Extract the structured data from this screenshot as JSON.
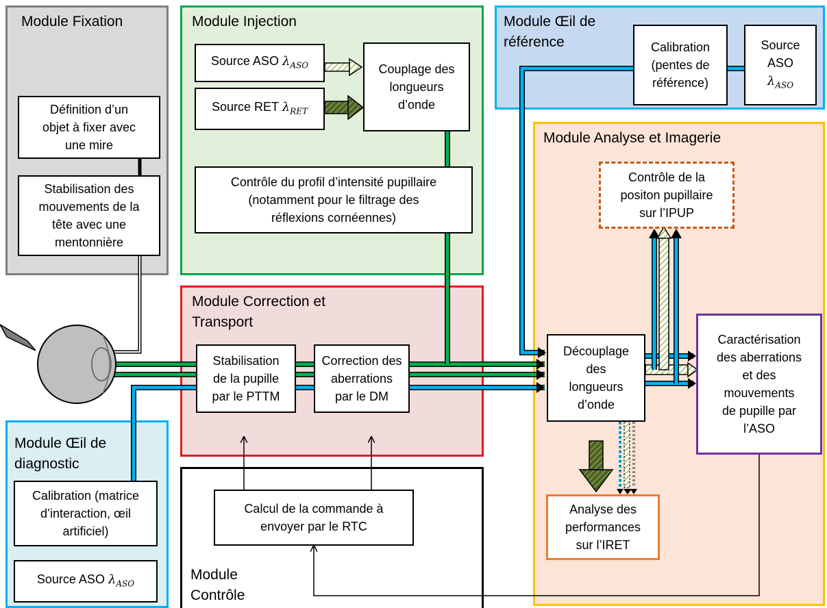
{
  "modules": {
    "fixation": {
      "title": "Module Fixation",
      "border": "#7f7f7f",
      "fill": "#d9d9d9"
    },
    "injection": {
      "title": "Module Injection",
      "border": "#00a651",
      "fill": "#e2efda"
    },
    "oeil_reference": {
      "title": "Module Œil de\nréférence",
      "border": "#00b0f0",
      "fill": "#c5d9f1"
    },
    "analyse": {
      "title": "Module Analyse et Imagerie",
      "border": "#ffc000",
      "fill": "#fce4d6"
    },
    "correction": {
      "title": "Module Correction et\nTransport",
      "border": "#e11b22",
      "fill": "#f2dcdb"
    },
    "oeil_diagnostic": {
      "title": "Module Œil de\ndiagnostic",
      "border": "#00b0f0",
      "fill": "#daeef3"
    },
    "controle": {
      "title": "Module\nContrôle",
      "border": "#000000",
      "fill": "#ffffff"
    }
  },
  "boxes": {
    "definition_objet": "Définition d’un\nobjet à fixer avec\nune mire",
    "stabilisation_tete": "Stabilisation des\nmouvements de la\ntête avec une\nmentonnière",
    "source_aso_injection": {
      "text": "Source ASO ",
      "symbol": "λ",
      "sub": "ASO"
    },
    "source_ret": {
      "text": "Source RET ",
      "symbol": "λ",
      "sub": "RET"
    },
    "couplage": "Couplage des\nlongueurs\nd’onde",
    "controle_profil": "Contrôle du profil d’intensité pupillaire\n(notamment pour le filtrage des\nréflexions cornéennes)",
    "calibration_ref": "Calibration\n(pentes de\nréférence)",
    "source_aso_ref": {
      "text": "Source\nASO\n",
      "symbol": "λ",
      "sub": "ASO"
    },
    "controle_position": "Contrôle de la\npositon pupillaire\nsur l’IPUP",
    "stabilisation_pupille": "Stabilisation\nde la pupille\npar le PTTM",
    "correction_aberrations": "Correction des\naberrations\npar le DM",
    "decouplage": "Découplage\ndes\nlongueurs\nd’onde",
    "caracterisation": "Caractérisation\ndes aberrations\net des\nmouvements\nde pupille par\nl’ASO",
    "calibration_diag": "Calibration (matrice\nd’interaction, œil\nartificiel)",
    "source_aso_diag": {
      "text": "Source ASO ",
      "symbol": "λ",
      "sub": "ASO"
    },
    "calcul_commande": "Calcul de la commande à\nenvoyer par le RTC",
    "analyse_performances": "Analyse des\nperformances\nsur l’IRET"
  },
  "colors": {
    "aso_beam": "#00b050",
    "ret_beam": "#00b0f0",
    "hatch": "#c4d79b",
    "dark_arrow": "#4f6228",
    "controle_position_border": "#c55a11",
    "caracterisation_border": "#7030a0",
    "analyse_perf_border": "#ed7d31"
  },
  "icons": [
    "eye-icon"
  ]
}
